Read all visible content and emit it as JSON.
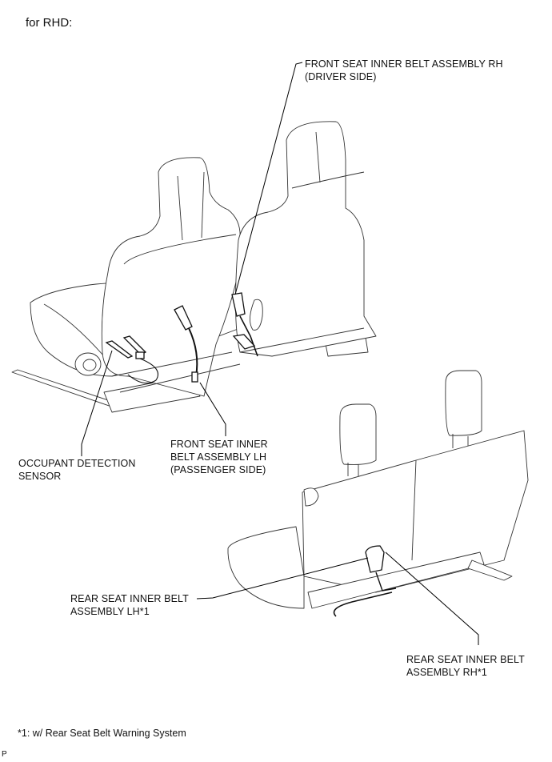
{
  "diagram": {
    "title": "for RHD:",
    "labels": {
      "front_rh": {
        "line1": "FRONT SEAT INNER BELT ASSEMBLY RH",
        "line2": "(DRIVER SIDE)"
      },
      "front_lh": {
        "line1": "FRONT SEAT INNER",
        "line2": "BELT ASSEMBLY LH",
        "line3": "(PASSENGER SIDE)"
      },
      "occupant_sensor": {
        "line1": "OCCUPANT DETECTION",
        "line2": "SENSOR"
      },
      "rear_lh": {
        "line1": "REAR SEAT INNER BELT",
        "line2": "ASSEMBLY LH*1"
      },
      "rear_rh": {
        "line1": "REAR SEAT INNER BELT",
        "line2": "ASSEMBLY RH*1"
      }
    },
    "footnote": "*1: w/ Rear Seat Belt Warning System",
    "page_mark": "P"
  }
}
